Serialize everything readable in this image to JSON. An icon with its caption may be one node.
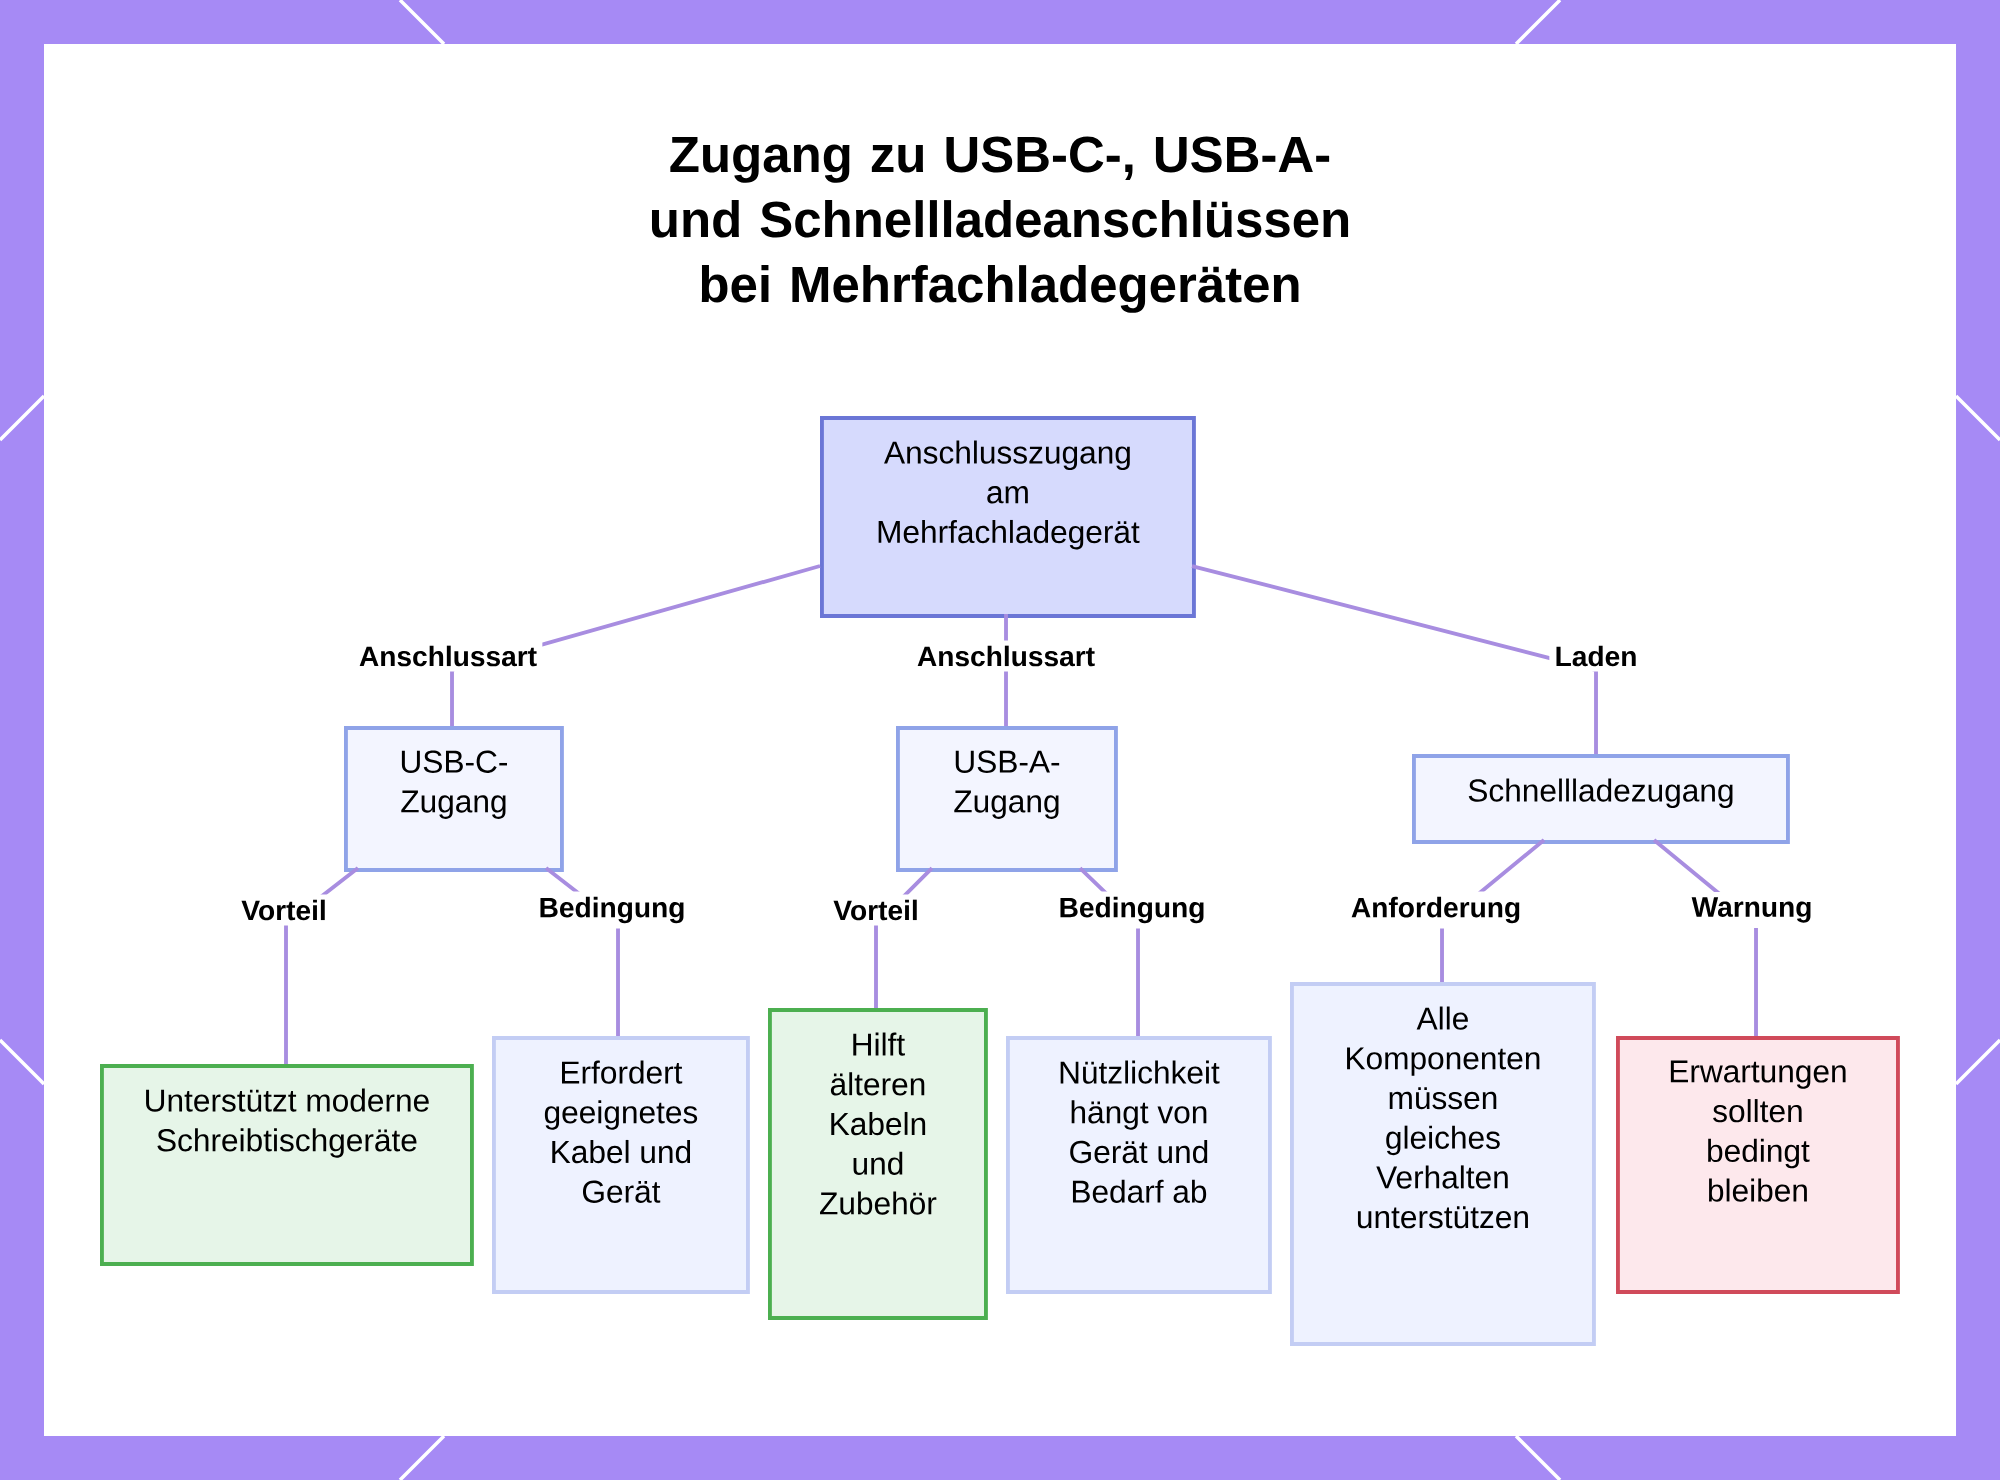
{
  "diagram": {
    "title": "Zugang zu USB-C-, USB-A- und Schnellladeanschlüssen bei Mehrfachladegeräten",
    "nodes": [
      {
        "text": [
          "Anschlusszugang am Mehrfachladegerät"
        ]
      },
      {
        "text": [
          "USB-C-Zugang"
        ]
      },
      {
        "text": [
          "USB-A-Zugang"
        ]
      },
      {
        "text": [
          "Schnellladezugang"
        ]
      },
      {
        "text": [
          "Unterstützt moderne Schreibtischgeräte"
        ]
      },
      {
        "text": [
          "Erfordert geeignetes Kabel und Gerät"
        ]
      },
      {
        "text": [
          "Hilft älteren Kabeln und Zubehör"
        ]
      },
      {
        "text": [
          "Nützlichkeit hängt von Gerät und Bedarf ab"
        ]
      },
      {
        "text": [
          "Alle Komponenten müssen gleiches Verhalten unterstützen"
        ]
      },
      {
        "text": [
          "Erwartungen sollten bedingt bleiben"
        ]
      }
    ],
    "edges": [
      {
        "from": 0,
        "to": 1,
        "arrow": "none",
        "label": "Anschlussart"
      },
      {
        "from": 0,
        "to": 2,
        "arrow": "none",
        "label": "Anschlussart"
      },
      {
        "from": 0,
        "to": 3,
        "arrow": "none",
        "label": "Laden"
      },
      {
        "from": 1,
        "to": 4,
        "arrow": "none",
        "label": "Vorteil"
      },
      {
        "from": 1,
        "to": 5,
        "arrow": "none",
        "label": "Bedingung"
      },
      {
        "from": 2,
        "to": 6,
        "arrow": "none",
        "label": "Vorteil"
      },
      {
        "from": 2,
        "to": 7,
        "arrow": "none",
        "label": "Bedingung"
      },
      {
        "from": 3,
        "to": 8,
        "arrow": "none",
        "label": "Anforderung"
      },
      {
        "from": 3,
        "to": 9,
        "arrow": "none",
        "label": "Warnung"
      }
    ]
  }
}
